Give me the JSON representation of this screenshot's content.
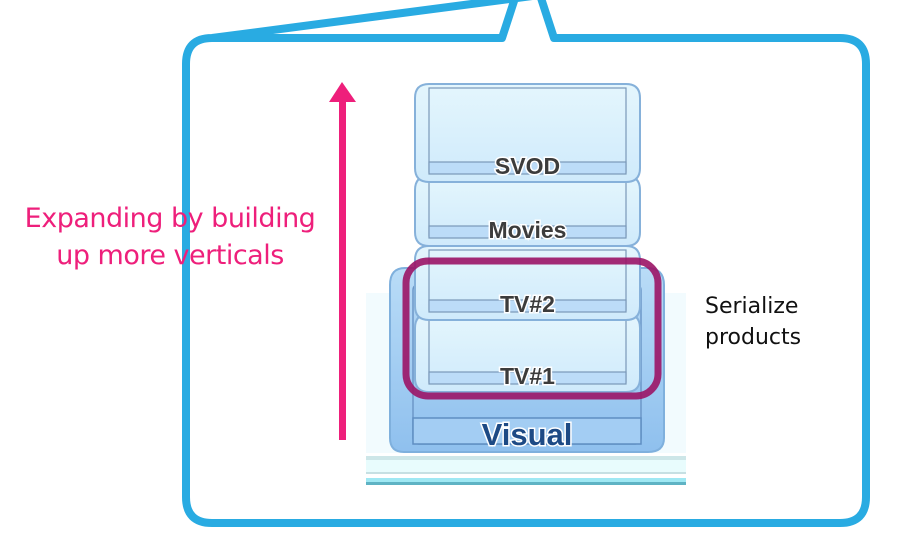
{
  "diagram": {
    "frame_color": "#29abe2",
    "arrow_color": "#ee1f7b",
    "highlight_color": "#9b1466",
    "left_annotation": {
      "line1": "Expanding by building",
      "line2": "up more verticals"
    },
    "right_annotation": {
      "line1": "Serialize",
      "line2": "products"
    },
    "stack": {
      "layers": [
        {
          "label": "SVOD"
        },
        {
          "label": "Movies"
        },
        {
          "label": "TV#2"
        },
        {
          "label": "TV#1"
        }
      ],
      "base": {
        "label": "Visual"
      }
    }
  }
}
